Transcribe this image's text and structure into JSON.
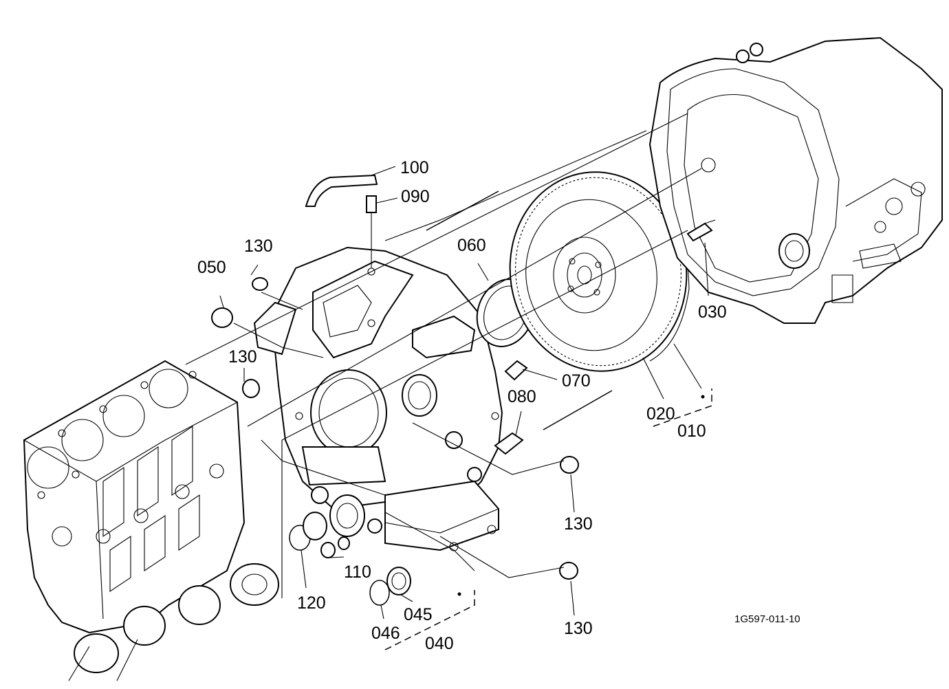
{
  "diagram": {
    "reference_code": "1G597-011-10",
    "parts": [
      {
        "number": "100"
      },
      {
        "number": "090"
      },
      {
        "number": "130"
      },
      {
        "number": "050"
      },
      {
        "number": "060"
      },
      {
        "number": "130"
      },
      {
        "number": "030"
      },
      {
        "number": "070"
      },
      {
        "number": "080"
      },
      {
        "number": "020"
      },
      {
        "number": "010"
      },
      {
        "number": "130"
      },
      {
        "number": "110"
      },
      {
        "number": "120"
      },
      {
        "number": "045"
      },
      {
        "number": "046"
      },
      {
        "number": "040"
      },
      {
        "number": "130"
      }
    ]
  }
}
